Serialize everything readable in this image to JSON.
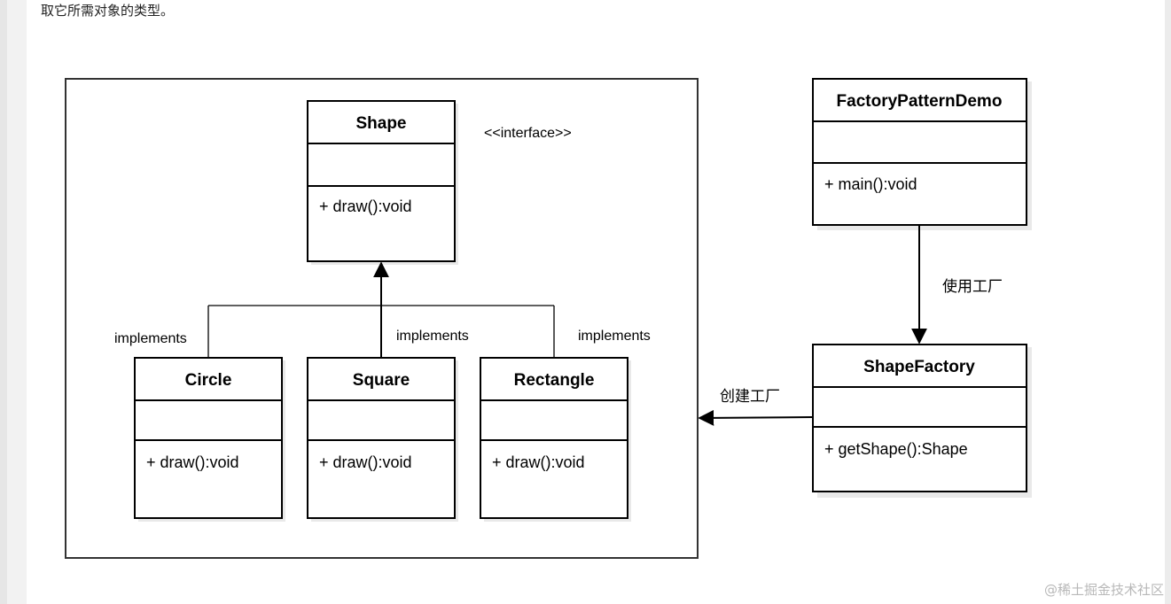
{
  "intro_text": "取它所需对象的类型。",
  "watermark": "@稀土掘金技术社区",
  "stereotype_label": "<<interface>>",
  "classes": {
    "shape": {
      "name": "Shape",
      "method": "+ draw():void"
    },
    "circle": {
      "name": "Circle",
      "method": "+ draw():void"
    },
    "square": {
      "name": "Square",
      "method": "+ draw():void"
    },
    "rectangle": {
      "name": "Rectangle",
      "method": "+ draw():void"
    },
    "factory_pattern_demo": {
      "name": "FactoryPatternDemo",
      "method": "+ main():void"
    },
    "shape_factory": {
      "name": "ShapeFactory",
      "method": "+ getShape():Shape"
    }
  },
  "relations": {
    "circle_implements": "implements",
    "square_implements": "implements",
    "rectangle_implements": "implements",
    "uses_factory": "使用工厂",
    "creates_factory": "创建工厂"
  }
}
